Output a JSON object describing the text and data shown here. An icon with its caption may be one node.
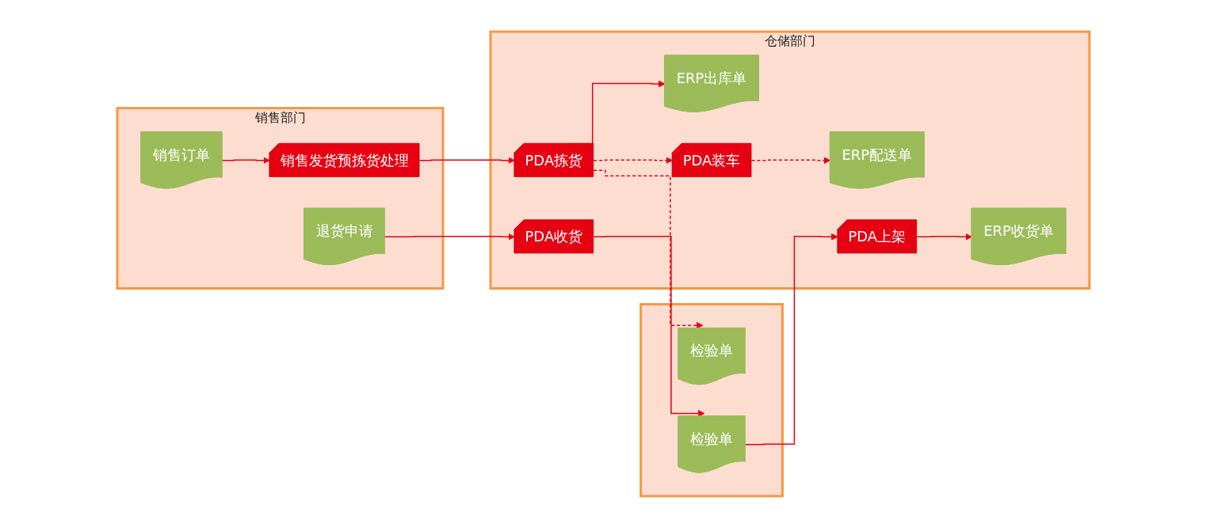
{
  "diagram": {
    "nodes": [
      {
        "text": [
          "销售部门"
        ]
      },
      {
        "text": [
          "仓储部门"
        ]
      },
      {
        "text": [],
        "shape": "box"
      },
      {
        "text": [
          "销售订单"
        ],
        "in": 0
      },
      {
        "text": [
          "销售发货预拣货处理"
        ],
        "in": 0
      },
      {
        "text": [
          "退货申请"
        ],
        "in": 0
      },
      {
        "text": [
          "ERP出库单"
        ],
        "in": 1
      },
      {
        "text": [
          "PDA拣货"
        ],
        "in": 1
      },
      {
        "text": [
          "ERP配送单"
        ],
        "in": 1
      },
      {
        "text": [
          "PDA装车"
        ],
        "in": 1
      },
      {
        "text": [
          "PDA收货"
        ],
        "in": 1
      },
      {
        "text": [
          "ERP收货单"
        ],
        "in": 1
      },
      {
        "text": [
          "PDA上架"
        ],
        "in": 1
      },
      {
        "text": [
          "检验单"
        ],
        "in": 2
      },
      {
        "text": [
          "检验单"
        ],
        "in": 2
      }
    ],
    "edges": [
      {
        "from": 3,
        "to": 4,
        "arrow": "to"
      },
      {
        "from": 4,
        "to": 7,
        "arrow": "to"
      },
      {
        "from": 7,
        "to": 6,
        "arrow": "to"
      },
      {
        "from": 7,
        "to": 13,
        "arrow": "to",
        "style": "dashed"
      },
      {
        "from": 7,
        "to": 9,
        "arrow": "to",
        "style": "dashed"
      },
      {
        "from": 9,
        "to": 8,
        "arrow": "to",
        "style": "dashed"
      },
      {
        "from": 5,
        "to": 10,
        "arrow": "to"
      },
      {
        "from": 10,
        "to": 14,
        "arrow": "to"
      },
      {
        "from": 14,
        "to": 12,
        "arrow": "to"
      },
      {
        "from": 12,
        "to": 11,
        "arrow": "to"
      }
    ]
  }
}
